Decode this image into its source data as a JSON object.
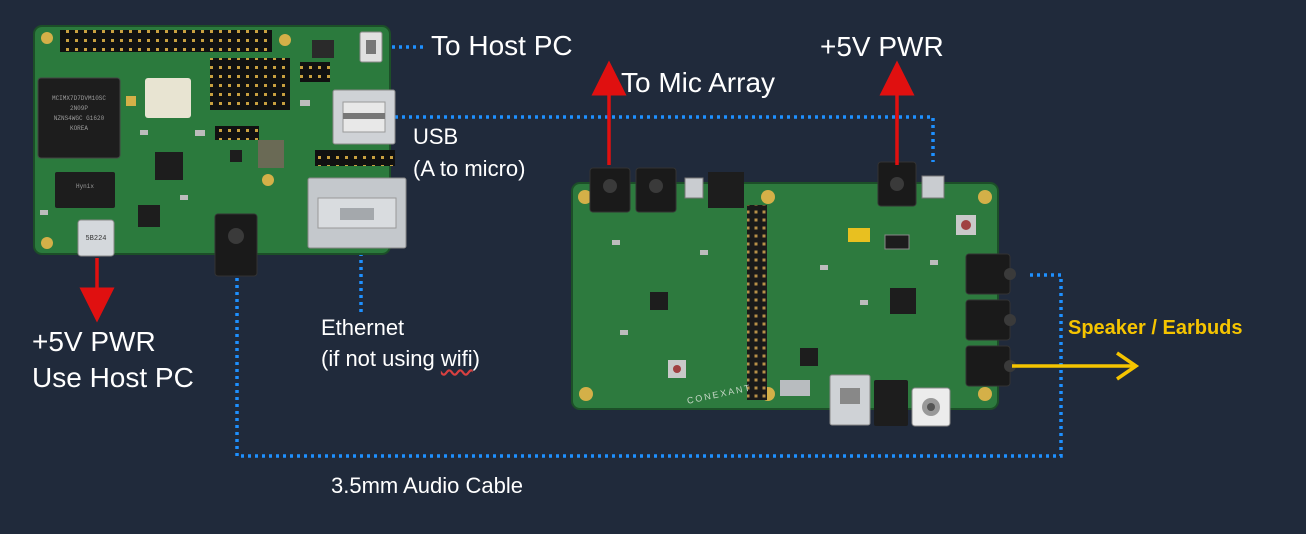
{
  "labels": {
    "to_host_pc": "To Host PC",
    "to_mic_array": "To Mic Array",
    "pwr_right": "+5V PWR",
    "usb_line1": "USB",
    "usb_line2": "(A to micro)",
    "pwr_left_line1": "+5V PWR",
    "pwr_left_line2": "Use Host PC",
    "eth_line1": "Ethernet",
    "eth_line2_prefix": "(if not using ",
    "eth_line2_wifi": "wifi",
    "eth_line2_suffix": ")",
    "audio_cable": "3.5mm Audio Cable",
    "speaker": "Speaker / Earbuds"
  },
  "board_text": {
    "soc_line1": "MCIMX7D7DVM10SC",
    "soc_line2": "2N09P",
    "soc_line3": "NZNS4WGC  G1620",
    "soc_line4": "KOREA",
    "mem_chip": "Hynix",
    "usbc_port": "5B224",
    "right_brand": "CONEXANT"
  },
  "colors": {
    "background": "#202a3b",
    "pcb_green": "#2d7a3e",
    "dotted_line": "#1e90ff",
    "power_arrow": "#e01010",
    "audio_arrow": "#f5c400",
    "text": "#ffffff"
  }
}
